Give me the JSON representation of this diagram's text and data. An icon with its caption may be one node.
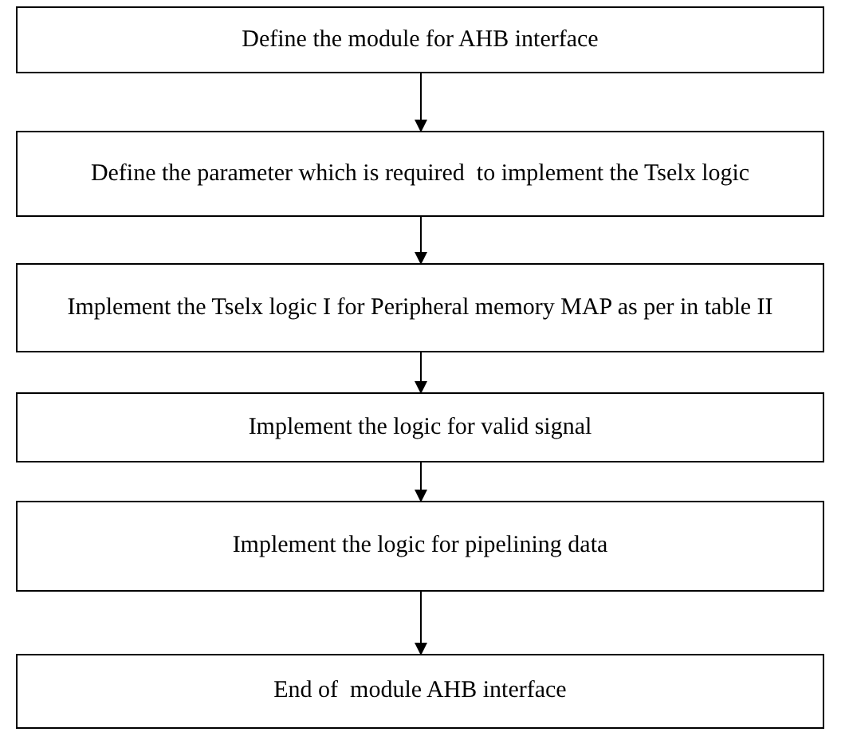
{
  "diagram": {
    "nodes": [
      {
        "text": [
          "Define the module for AHB interface"
        ]
      },
      {
        "text": [
          "Define the parameter which is required  to implement the Tselx logic"
        ]
      },
      {
        "text": [
          "Implement the Tselx logic I for Peripheral memory MAP as per in table II"
        ]
      },
      {
        "text": [
          "Implement the logic for valid signal"
        ]
      },
      {
        "text": [
          "Implement the logic for pipelining data"
        ]
      },
      {
        "text": [
          "End of  module AHB interface"
        ]
      }
    ],
    "edges": [
      {
        "from": 0,
        "to": 1,
        "arrow": "to"
      },
      {
        "from": 1,
        "to": 2,
        "arrow": "to"
      },
      {
        "from": 2,
        "to": 3,
        "arrow": "to"
      },
      {
        "from": 3,
        "to": 4,
        "arrow": "to"
      },
      {
        "from": 4,
        "to": 5,
        "arrow": "to"
      }
    ]
  }
}
